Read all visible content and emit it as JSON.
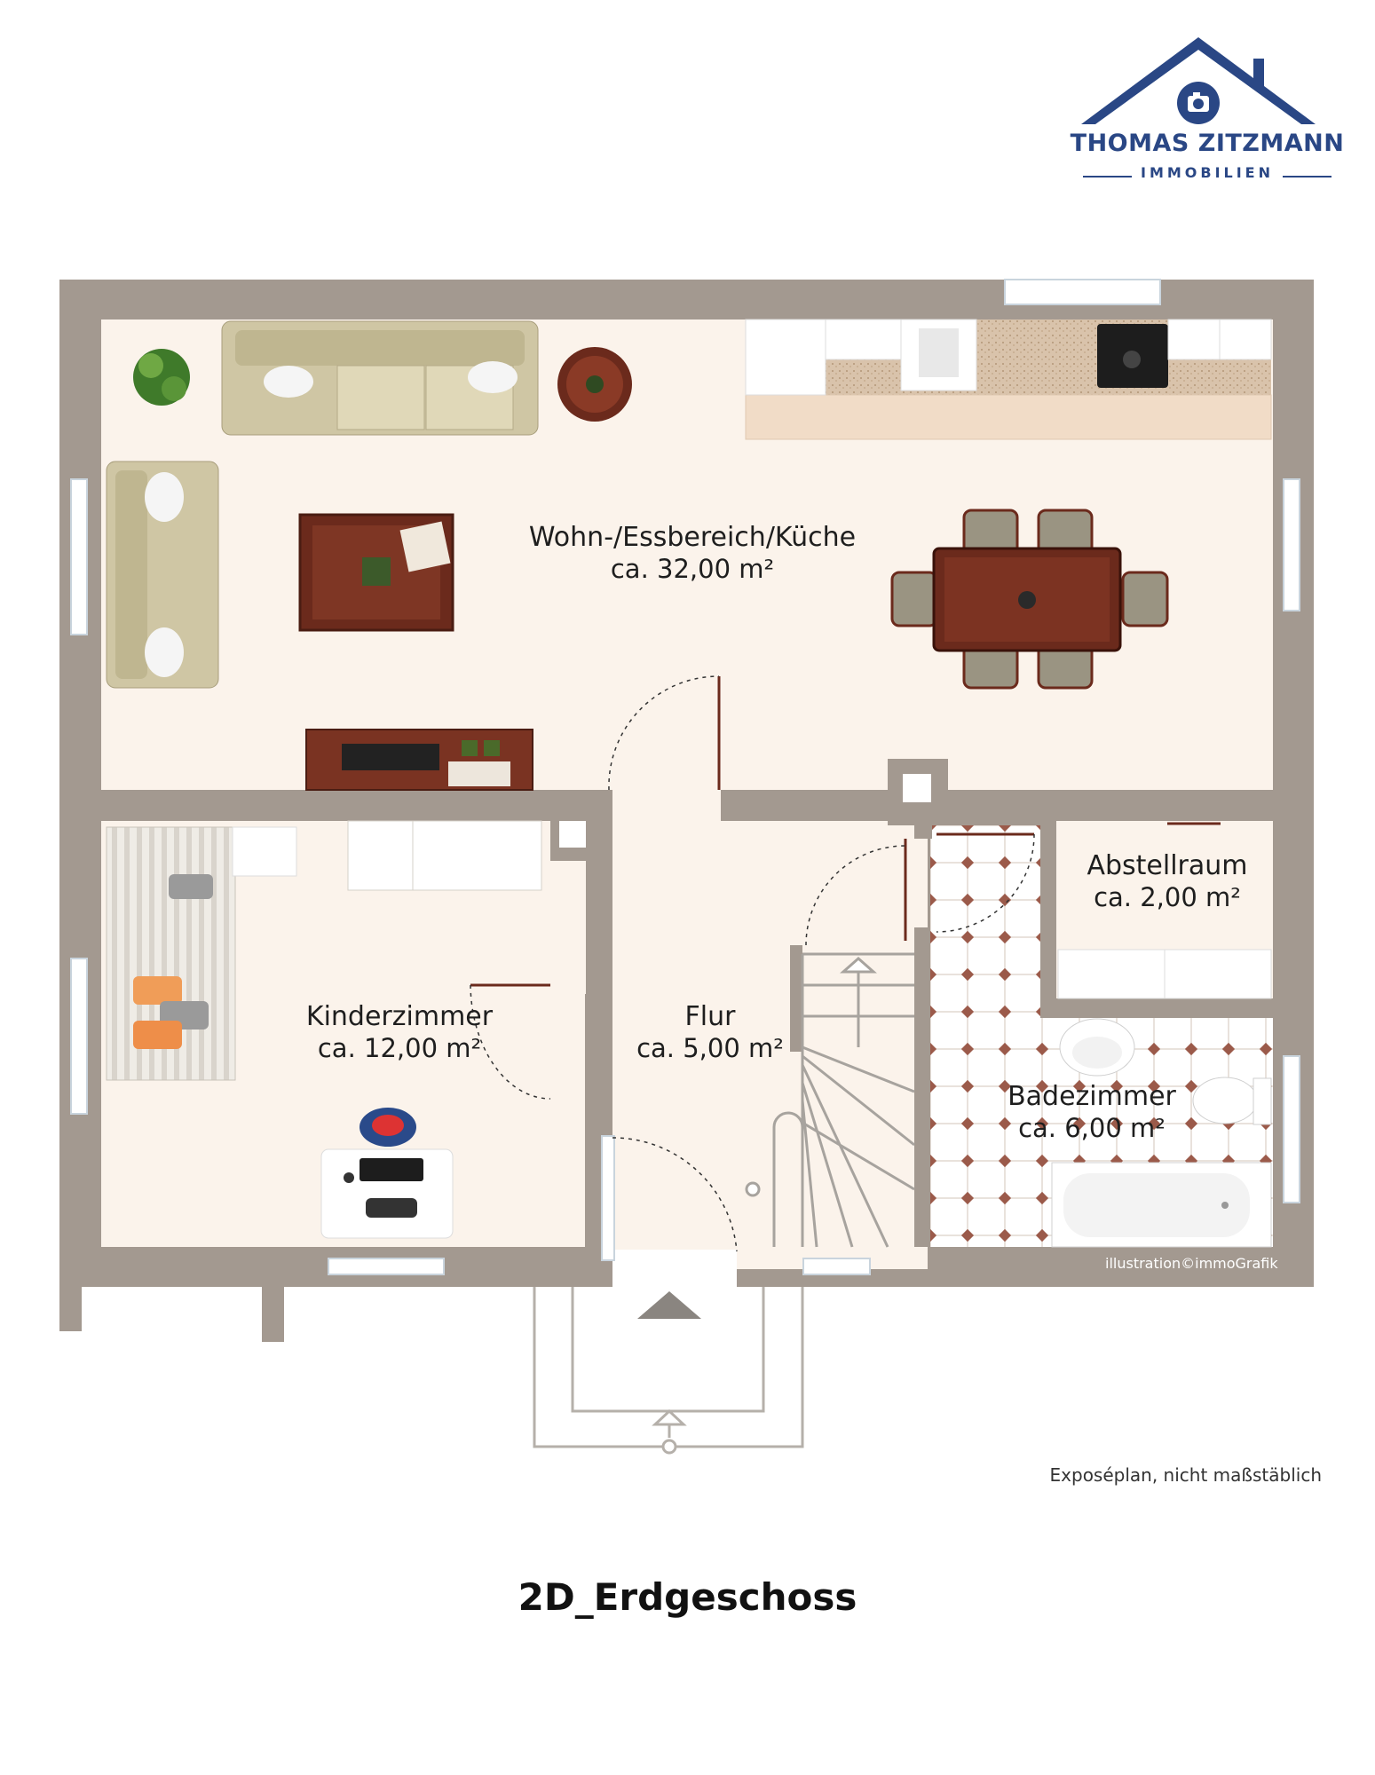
{
  "brand": {
    "name": "THOMAS ZITZMANN",
    "sub": "IMMOBILIEN",
    "color": "#2a4785"
  },
  "rooms": {
    "wohn": {
      "name": "Wohn-/Essbereich/Küche",
      "area": "ca. 32,00 m²"
    },
    "abstell": {
      "name": "Abstellraum",
      "area": "ca. 2,00 m²"
    },
    "kinder": {
      "name": "Kinderzimmer",
      "area": "ca. 12,00 m²"
    },
    "flur": {
      "name": "Flur",
      "area": "ca. 5,00 m²"
    },
    "bad": {
      "name": "Badezimmer",
      "area": "ca. 6,00 m²"
    }
  },
  "credit": "illustration©immoGrafik",
  "note": "Exposéplan, nicht maßstäblich",
  "title": "2D_Erdgeschoss",
  "colors": {
    "wall": "#a39990",
    "floor": "#fbf3eb",
    "wood": "#6b2a1c",
    "tile_dot": "#9b5a4a"
  }
}
